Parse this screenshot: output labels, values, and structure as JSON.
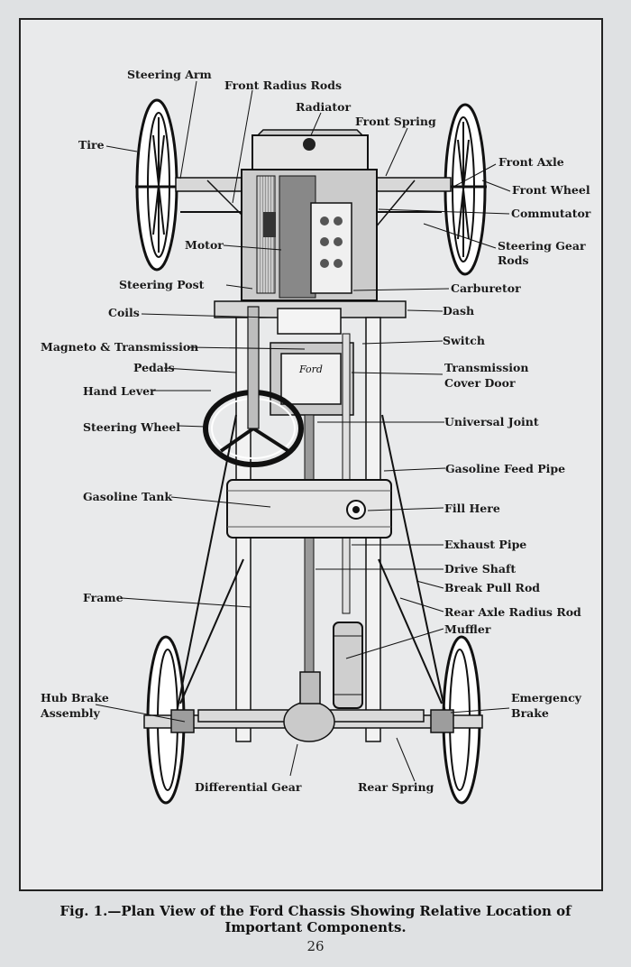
{
  "labels": {
    "steering_arm": "Steering Arm",
    "front_radius_rods": "Front Radius Rods",
    "radiator": "Radiator",
    "front_spring": "Front Spring",
    "tire": "Tire",
    "front_axle": "Front Axle",
    "front_wheel": "Front Wheel",
    "commutator": "Commutator",
    "motor": "Motor",
    "steering_gear_rods_1": "Steering Gear",
    "steering_gear_rods_2": "Rods",
    "steering_post": "Steering Post",
    "carburetor": "Carburetor",
    "coils": "Coils",
    "dash": "Dash",
    "magneto_transmission": "Magneto & Transmission",
    "switch": "Switch",
    "pedals": "Pedals",
    "transmission_cover_1": "Transmission",
    "transmission_cover_2": "Cover Door",
    "hand_lever": "Hand Lever",
    "steering_wheel": "Steering Wheel",
    "universal_joint": "Universal Joint",
    "gasoline_feed_pipe": "Gasoline Feed Pipe",
    "gasoline_tank": "Gasoline Tank",
    "fill_here": "Fill Here",
    "exhaust_pipe": "Exhaust Pipe",
    "drive_shaft": "Drive Shaft",
    "break_pull_rod": "Break Pull Rod",
    "rear_axle_radius_rod": "Rear Axle Radius Rod",
    "frame": "Frame",
    "muffler": "Muffler",
    "hub_brake_1": "Hub Brake",
    "hub_brake_2": "Assembly",
    "emergency_brake_1": "Emergency",
    "emergency_brake_2": "Brake",
    "differential_gear": "Differential Gear",
    "rear_spring": "Rear Spring"
  },
  "emblem": "Ford",
  "caption": {
    "line1": "Fig. 1.—Plan View of the Ford Chassis Showing Relative Location of",
    "line2": "Important Components."
  },
  "page_number": "26"
}
